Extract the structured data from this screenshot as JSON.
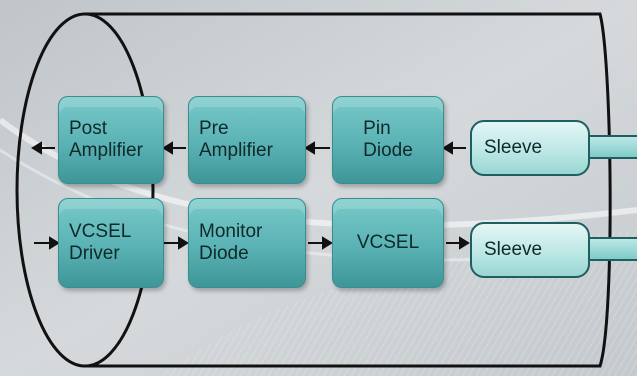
{
  "blocks": {
    "post_amplifier": "Post\nAmplifier",
    "pre_amplifier": "Pre\nAmplifier",
    "pin_diode": "Pin\nDiode",
    "sleeve_top": "Sleeve",
    "vcsel_driver": "VCSEL\nDriver",
    "monitor_diode": "Monitor\nDiode",
    "vcsel": "VCSEL",
    "sleeve_bottom": "Sleeve"
  },
  "colors": {
    "block": "#5ab2b4",
    "sleeve": "#b9e6e4",
    "outline": "#111111"
  }
}
